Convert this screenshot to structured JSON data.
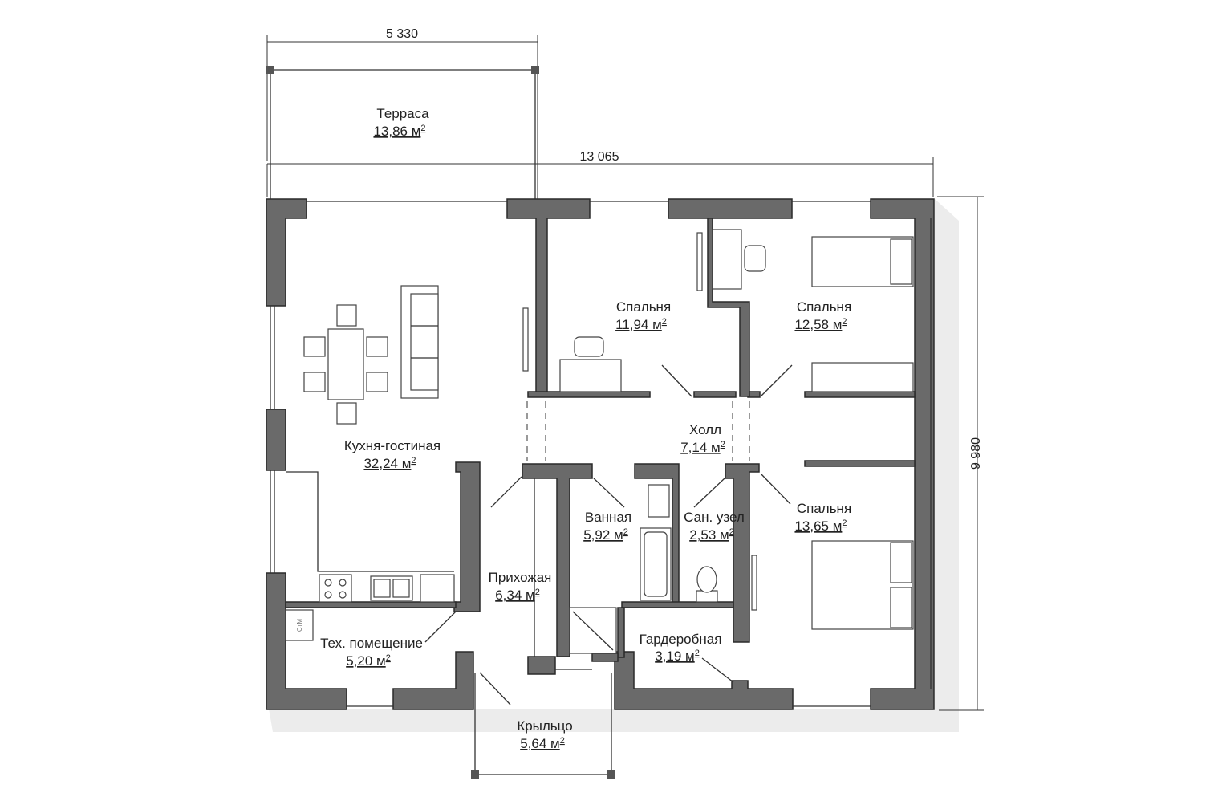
{
  "dimensions": {
    "terrace_width": "5 330",
    "total_width": "13 065",
    "total_depth": "9 980"
  },
  "area_unit_superscript": "2",
  "rooms": [
    {
      "name": "Терраса",
      "area": "13,86 м"
    },
    {
      "name": "Кухня-гостиная",
      "area": "32,24 м"
    },
    {
      "name": "Спальня",
      "area": "11,94 м"
    },
    {
      "name": "Спальня",
      "area": "12,58 м"
    },
    {
      "name": "Холл",
      "area": "7,14 м"
    },
    {
      "name": "Ванная",
      "area": "5,92 м"
    },
    {
      "name": "Сан. узел",
      "area": "2,53 м"
    },
    {
      "name": "Спальня",
      "area": "13,65 м"
    },
    {
      "name": "Прихожая",
      "area": "6,34 м"
    },
    {
      "name": "Тех. помещение",
      "area": "5,20 м"
    },
    {
      "name": "Гардеробная",
      "area": "3,19 м"
    },
    {
      "name": "Крыльцо",
      "area": "5,64 м"
    }
  ],
  "appliances": {
    "boiler_label": "СтМ"
  }
}
